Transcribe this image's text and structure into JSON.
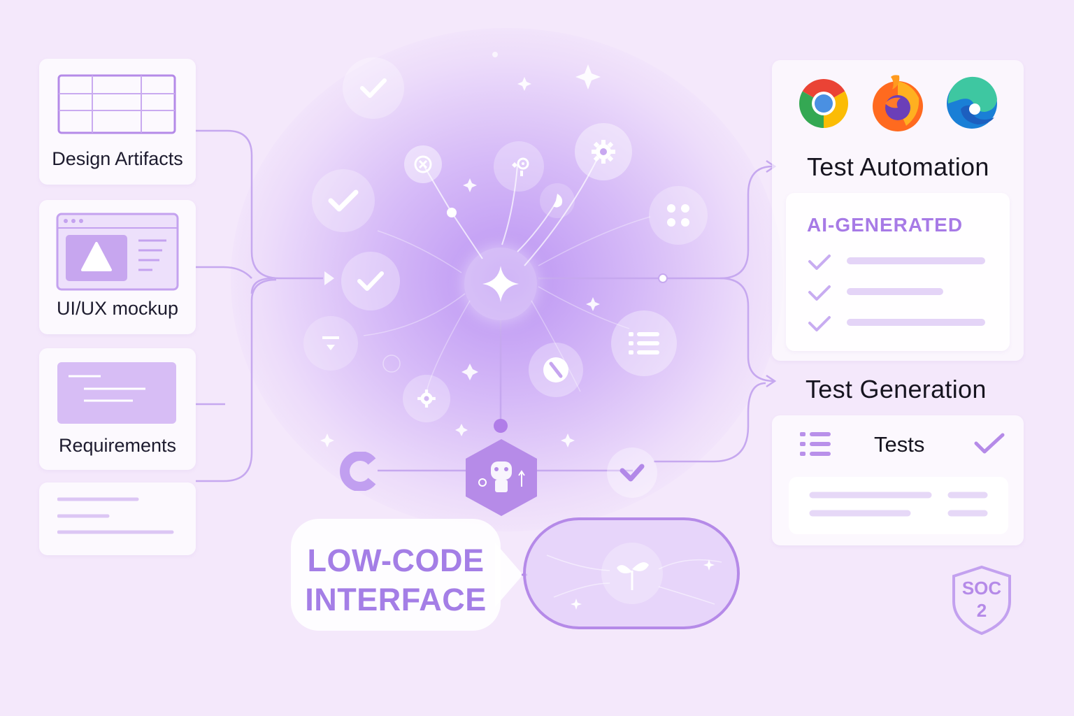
{
  "inputs": {
    "design_artifacts": "Design Artifacts",
    "mockup": "UI/UX mockup",
    "requirements": "Requirements"
  },
  "right_panel": {
    "automation_heading": "Test Automation",
    "ai_label": "AI-GENERATED",
    "generation_heading": "Test Generation",
    "tests_label": "Tests"
  },
  "browsers": [
    "chrome-icon",
    "firefox-icon",
    "edge-icon"
  ],
  "lowcode": {
    "line1": "LOW-CODE",
    "line2": "INTERFACE"
  },
  "badge": {
    "line1": "SOC",
    "line2": "2"
  },
  "colors": {
    "accent": "#a47ee6",
    "line": "#c3a4ef",
    "background": "#f4e8fb"
  }
}
